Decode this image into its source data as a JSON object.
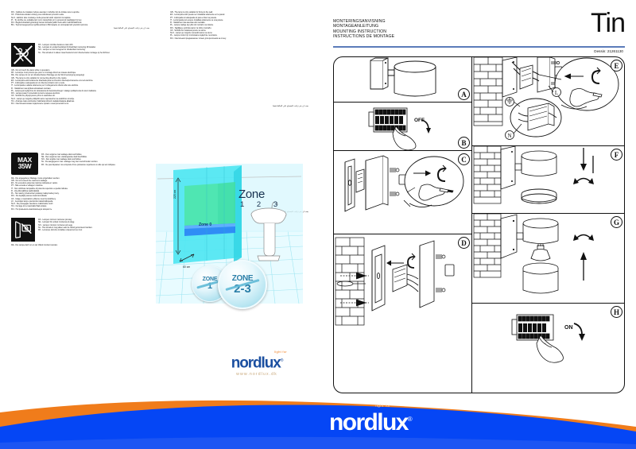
{
  "document": {
    "title": "Tin",
    "drawing_number": "Dessin: 21261130",
    "titles": [
      "MONTERINGSANVISNING",
      "MONTAGEANLEITUNG",
      "MOUNTING INSTRUCTION",
      "INSTRUCTIONS DE MONTAGE"
    ]
  },
  "brand": {
    "name": "nordlux",
    "registered": "®",
    "tagline": "light for",
    "url": "www.nordlux.dk"
  },
  "left_column": {
    "top_block_left": [
      "RO - Cablule de instalare trebuie asezate in tubulbe tub de izolate care le aporite.",
      "CZ - Pristoinuto-dodani oznlely pres odizolovani privodni vedie.",
      "SLO - kabliom dele modela je treba povezati stolci vdpomini za taplela.",
      "PI - To olozhle pre oxidalita tipri incm zosiopihnik pri ro povsomnk tnapfdgtyczni trec.",
      "RU - Bugluntt-katolar/cyplocangl zaman konwdut jatilim belu adtin marioferlakzhnok.",
      "BG - Tepmocoeaguyionue tpy6ka.ankoeno 6bit kaqetie us ucosupaipnuiti ysactok nponona."
    ],
    "top_block_right": [
      "GB - The lamp is only suitable for fixing to the wall.",
      "ES - La lámpara sólo puede ser instalada solamente en la pared.",
      "PT - A lâmpada só adequada só para a fixar na parede.",
      "IT - La làmpada può essere installata solamente su una parete.",
      "FI - Valaisimen saa asentaa vain seinään.",
      "PL - Lampa nadaje się tylko do montażu na ścianie.",
      "RO - Sajtiljka je potrivita samo za zidnu montažu.",
      "CZ - Svítidlo lze instalovat pouze na stěnu.",
      "SLO - Lampo je mogoče namestiti samo na steno.",
      "PL - Lampa może być montowana wyłącznie na ścianie.",
      "RU - Светильник предназначен только для крепления на стену."
    ],
    "arabic_line": "يجب أن يتم تركيب المصباح على الحائط فقط",
    "symbol_blocks": [
      {
        "icon": "no-touch-hot-lamp-icon",
        "lines": [
          "DK - Lampen må ikke berøres under drift.",
          "SE - Lampan är endast besiktnat till direkt/fast montering till fastaltet.",
          "NO - Lampen er kun beregnet for direkte/fast montering.",
          "NL - Het armatuur is alleen maar bestemd voor directe/vaste montage op het lichtnet.",
          "GB - Do not touch the lamp while in operation.",
          "FR - La lampe n'est prévue que pour un montage direct au réseau électrique.",
          "DE - Die Lampe ist nur am direkten/festen Montage an die Stromversorgung ausgelegt.",
          "GB - The lamp is only suitable for connecting directly to the mains.",
          "ES - La lámpara está solamente diseñada para la conexión directa/permanente a la red eléctrica.",
          "PT - A lâmpada é adequada só um directa contacto com a rede.",
          "IT - La làmpada è adatta solamente per il collegamento diretto alla rete elettrica.",
          "FI - Valaisimen saa kytkeä ainoastaan suoraan.",
          "PL - Lampa jest wyłącznie do stosowania do bezpośredniego / stałego podłączenia do sieci zasilania.",
          "RO - Lampa poate fi conectată numai la rețeaua electrică.",
          "CZ - Svítidlo lze připojit pouze přímo k elektrické síti.",
          "SLO - Lampo je mogoče priključiti samo neposredno na električno omrežje.",
          "HU - A lámpa csak a közvetlen hálózatra történő csatlakoztatásra alkalmas.",
          "RU - Светильник можно подключать прямо к электрической сети."
        ]
      },
      {
        "icon": "max-wattage-icon",
        "badge_line1": "MAX",
        "badge_line2": "35W",
        "lines": [
          "DK - Den angivne max wattage skal overholdes.",
          "SE - Den angivna max. wattangivelse skall överhållas.",
          "NO - Den angitte max wattage skal overholdes.",
          "NL - De aangegeven max. wattage mag niet overschreden worden.",
          "FR - Ne pas dépasser une ampoule d'une puissance supérieure à celle qui est indiquée.",
          "DE - Die angegebene Wattage muss eingehalten werden.",
          "GB - Do not exceed the maximum wattage.",
          "ES - No exceda la potencia máxima indicada en vatios.",
          "PT - Não exceda a voltagem máxima.",
          "IT - Non utilizzare lampadine di potenza superiore a quella indicata.",
          "FI - Ala ylitä sallittua wattimäärää.",
          "PL - Nie należy przekraczać podanej maksymalnej mocy.",
          "RO - Nu depășiți puterea maximă indicată.",
          "CZ - Údaje o maximálním příkonu musí být dodrženy.",
          "LV - Jevērojiet lampu piemērotā maksimālā jauda.",
          "SLO - Ne presegajte navedene maksimalne moči.",
          "HU - Ne lépje túl a maximális Watt értéket.",
          "RU - Не превышать максимальную мощность."
        ]
      },
      {
        "icon": "wall-mount-only-icon",
        "lines": [
          "DK - Lampen må kun monteres på væg.",
          "SE - Lampan får endast monteras på vägg.",
          "NO - Lampen må kun monteres på vegg.",
          "NL - Het armatuur mag alleen aan de wand gemonteerd worden.",
          "FR - La lampe doit être installée uniquement au mur.",
          "DE - Die Lampe darf nur an der Wand montiert werden."
        ]
      }
    ]
  },
  "zone_diagram": {
    "zone_label": "Zone",
    "zone_numbers": "1 2 3",
    "zone_zero": "Zone 0",
    "dim_vertical": "225 cm",
    "dim_horizontal": "60 cm",
    "badges": [
      {
        "name": "zone-1-not-allowed-badge",
        "text": "ZONE",
        "number": "1",
        "crossed": true
      },
      {
        "name": "zone-2-3-allowed-badge",
        "text": "ZONE",
        "number": "2-3",
        "crossed": false
      }
    ]
  },
  "panels": [
    {
      "id": "A",
      "name": "panel-a-product-overview",
      "caption": ""
    },
    {
      "id": "B",
      "name": "panel-b-turn-off-breaker",
      "caption": "OFF"
    },
    {
      "id": "C",
      "name": "panel-c-open-bracket",
      "caption": ""
    },
    {
      "id": "D",
      "name": "panel-d-mount-to-wall",
      "caption": ""
    },
    {
      "id": "E",
      "name": "panel-e-wire-terminal",
      "caption": ""
    },
    {
      "id": "F",
      "name": "panel-f-detach-shade",
      "caption": ""
    },
    {
      "id": "G",
      "name": "panel-g-fit-lamp",
      "caption": ""
    },
    {
      "id": "H",
      "name": "panel-h-turn-on-breaker",
      "caption": "ON"
    }
  ],
  "panel_markers": {
    "terminal_live": "L",
    "terminal_neutral": "N",
    "terminal_earth": "⏚",
    "screw_cw": "C",
    "switch_off": "OFF",
    "switch_on": "ON"
  },
  "colors": {
    "brand_blue": "#1b4fa0",
    "brand_orange": "#f07c1b",
    "footer_blue": "#0546f5",
    "rule_blue": "#3d63ab",
    "zone_cyan": "#49e8f0",
    "zone_green": "#46e0a8",
    "zone_dark_blue": "#10307a"
  }
}
